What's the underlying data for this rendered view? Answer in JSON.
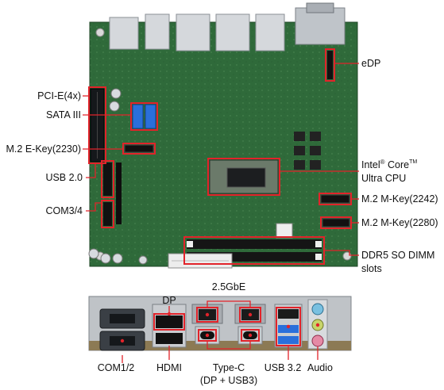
{
  "colors": {
    "pcb": "#2f6a3a",
    "pcb_dark": "#1f4c2a",
    "highlight": "#e2232a",
    "text": "#111111",
    "metal": "#c9cdd2",
    "sata": "#2a6fdb"
  },
  "labels": {
    "edp": "eDP",
    "pcie": "PCI-E(4x)",
    "sata": "SATA III",
    "m2e": "M.2 E-Key(2230)",
    "usb2": "USB 2.0",
    "com34": "COM3/4",
    "cpu_line1": "Intel",
    "cpu_reg1": "®",
    "cpu_line1b": " Core",
    "cpu_tm": "TM",
    "cpu_line2": "Ultra CPU",
    "m2m_2242": "M.2 M-Key(2242)",
    "m2m_2280": "M.2 M-Key(2280)",
    "ddr_line1": "DDR5 SO DIMM",
    "ddr_line2": "slots",
    "com12": "COM1/2",
    "dp": "DP",
    "gbe": "2.5GbE",
    "hdmi": "HDMI",
    "typec": "Type-C",
    "typec_sub": "(DP + USB3)",
    "usb32": "USB 3.2",
    "audio": "Audio"
  }
}
